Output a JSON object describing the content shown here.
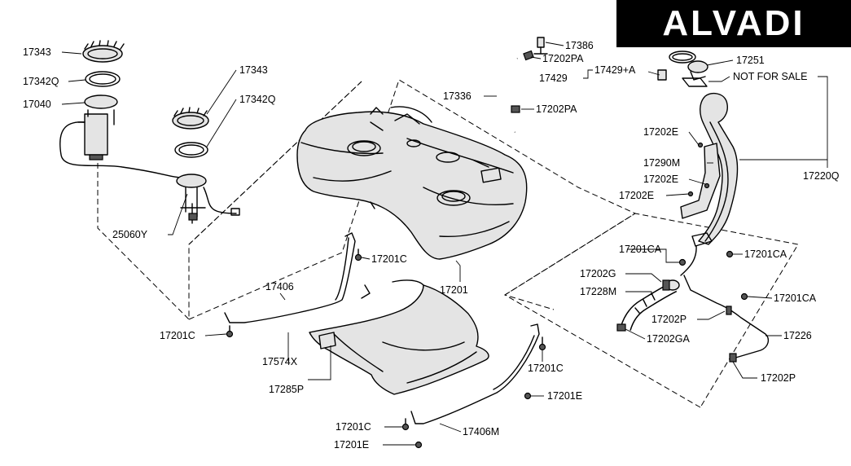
{
  "brand": {
    "text": "ALVADI",
    "background": "#000000",
    "color": "#ffffff"
  },
  "callouts": {
    "c17343_top": "17343",
    "c17342q_top": "17342Q",
    "c17040": "17040",
    "c17343_mid": "17343",
    "c17342q_mid": "17342Q",
    "c25060y": "25060Y",
    "c17386": "17386",
    "c17202pa_top": "17202PA",
    "c17429": "17429",
    "c17429a": "17429+A",
    "c17251": "17251",
    "c_not_for_sale": "NOT FOR SALE",
    "c17336": "17336",
    "c17202pa_mid": "17202PA",
    "c17202e_1": "17202E",
    "c17290m": "17290M",
    "c17202e_2": "17202E",
    "c17202e_3": "17202E",
    "c17220q": "17220Q",
    "c17201ca_1": "17201CA",
    "c17201ca_2": "17201CA",
    "c17202g": "17202G",
    "c17228m": "17228M",
    "c17201ca_3": "17201CA",
    "c17202p_1": "17202P",
    "c17226": "17226",
    "c17202ga": "17202GA",
    "c17202p_2": "17202P",
    "c17201c_1": "17201C",
    "c17406": "17406",
    "c17201": "17201",
    "c17201c_2": "17201C",
    "c17574x": "17574X",
    "c17285p": "17285P",
    "c17201c_3": "17201C",
    "c17201e_1": "17201E",
    "c17201c_4": "17201C",
    "c17406m": "17406M",
    "c17201e_2": "17201E"
  }
}
